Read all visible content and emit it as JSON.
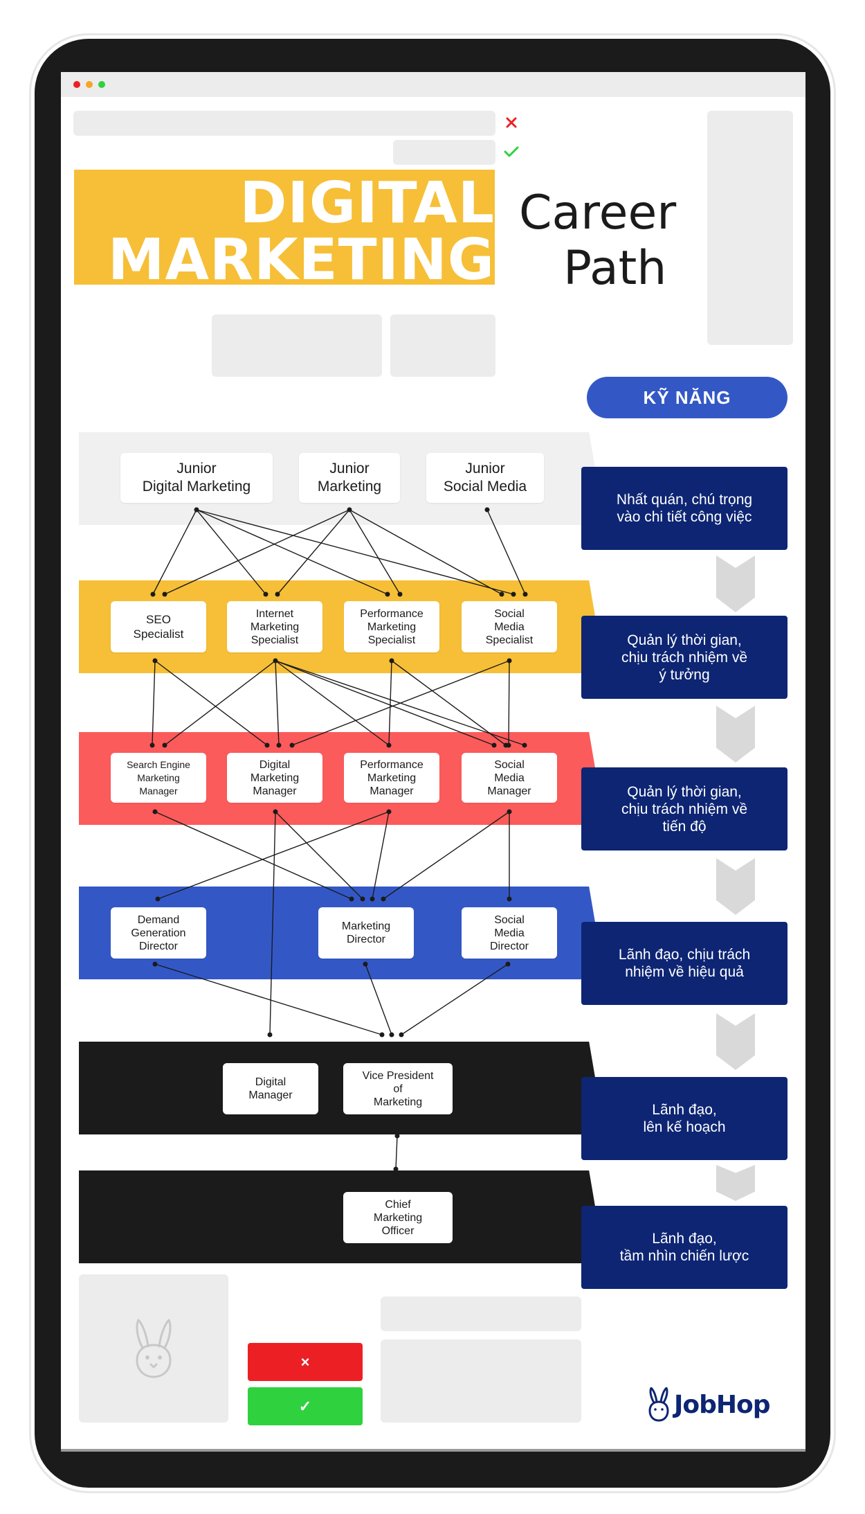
{
  "title": {
    "line1": "DIGITAL",
    "line2": "MARKETING",
    "career_line1": "Career",
    "career_line2": "Path"
  },
  "skills": {
    "header": "KỸ NĂNG",
    "items": [
      "Nhất quán, chú trọng\nvào chi tiết công việc",
      "Quản lý thời gian,\nchịu trách nhiệm về\ný tưởng",
      "Quản lý thời gian,\nchịu trách nhiệm về\ntiến độ",
      "Lãnh đạo, chịu trách\nnhiệm về hiệu quả",
      "Lãnh đạo,\nlên kế hoạch",
      "Lãnh đạo,\ntầm nhìn chiến lược"
    ]
  },
  "levels": {
    "junior": [
      "Junior\nDigital Marketing",
      "Junior\nMarketing",
      "Junior\nSocial Media"
    ],
    "specialist": [
      "SEO\nSpecialist",
      "Internet\nMarketing\nSpecialist",
      "Performance\nMarketing\nSpecialist",
      "Social\nMedia\nSpecialist"
    ],
    "manager": [
      "Search Engine\nMarketing\nManager",
      "Digital\nMarketing\nManager",
      "Performance\nMarketing\nManager",
      "Social\nMedia\nManager"
    ],
    "director": [
      "Demand\nGeneration\nDirector",
      "Marketing\nDirector",
      "Social\nMedia\nDirector"
    ],
    "vp": [
      "Digital\nManager",
      "Vice President\nof\nMarketing"
    ],
    "cmo": [
      "Chief\nMarketing\nOfficer"
    ]
  },
  "buttons": {
    "reject_symbol": "×",
    "accept_symbol": "✓"
  },
  "brand": {
    "logo_text": "JobHop"
  },
  "colors": {
    "yellow": "#f6bf37",
    "red": "#fc5b5b",
    "blue": "#3358c6",
    "navy": "#0d2573",
    "dark": "#1b1b1b",
    "light_gray": "#f0f0f0"
  },
  "icons": {
    "close": "close-icon",
    "check": "check-icon",
    "rabbit": "rabbit-icon",
    "chevron": "chevron-down-icon"
  }
}
